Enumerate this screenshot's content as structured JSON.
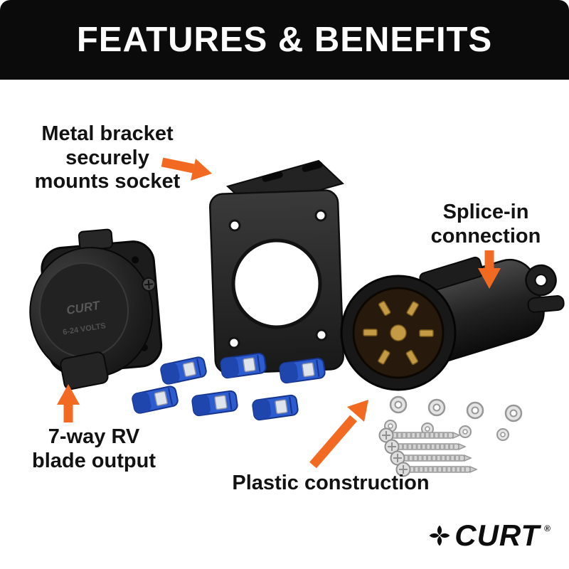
{
  "header": {
    "title": "FEATURES & BENEFITS"
  },
  "annotations": {
    "metal_bracket": "Metal bracket\nsecurely\nmounts socket",
    "splice_in": "Splice-in\nconnection",
    "blade_output": "7-way RV\nblade output",
    "plastic_construction": "Plastic construction"
  },
  "products": {
    "socket": {
      "brand_text": "CURT",
      "volts_text": "6-24 VOLTS"
    }
  },
  "brand": {
    "name": "CURT",
    "registered": "®"
  },
  "colors": {
    "header_bg": "#0b0b0b",
    "accent_orange": "#F26A22",
    "annotation_text": "#121212",
    "product_black": "#1e1e1e",
    "splice_blue": "#2d5bd0",
    "hardware_silver": "#d9d9d9",
    "pin_gold": "#c59a45"
  }
}
